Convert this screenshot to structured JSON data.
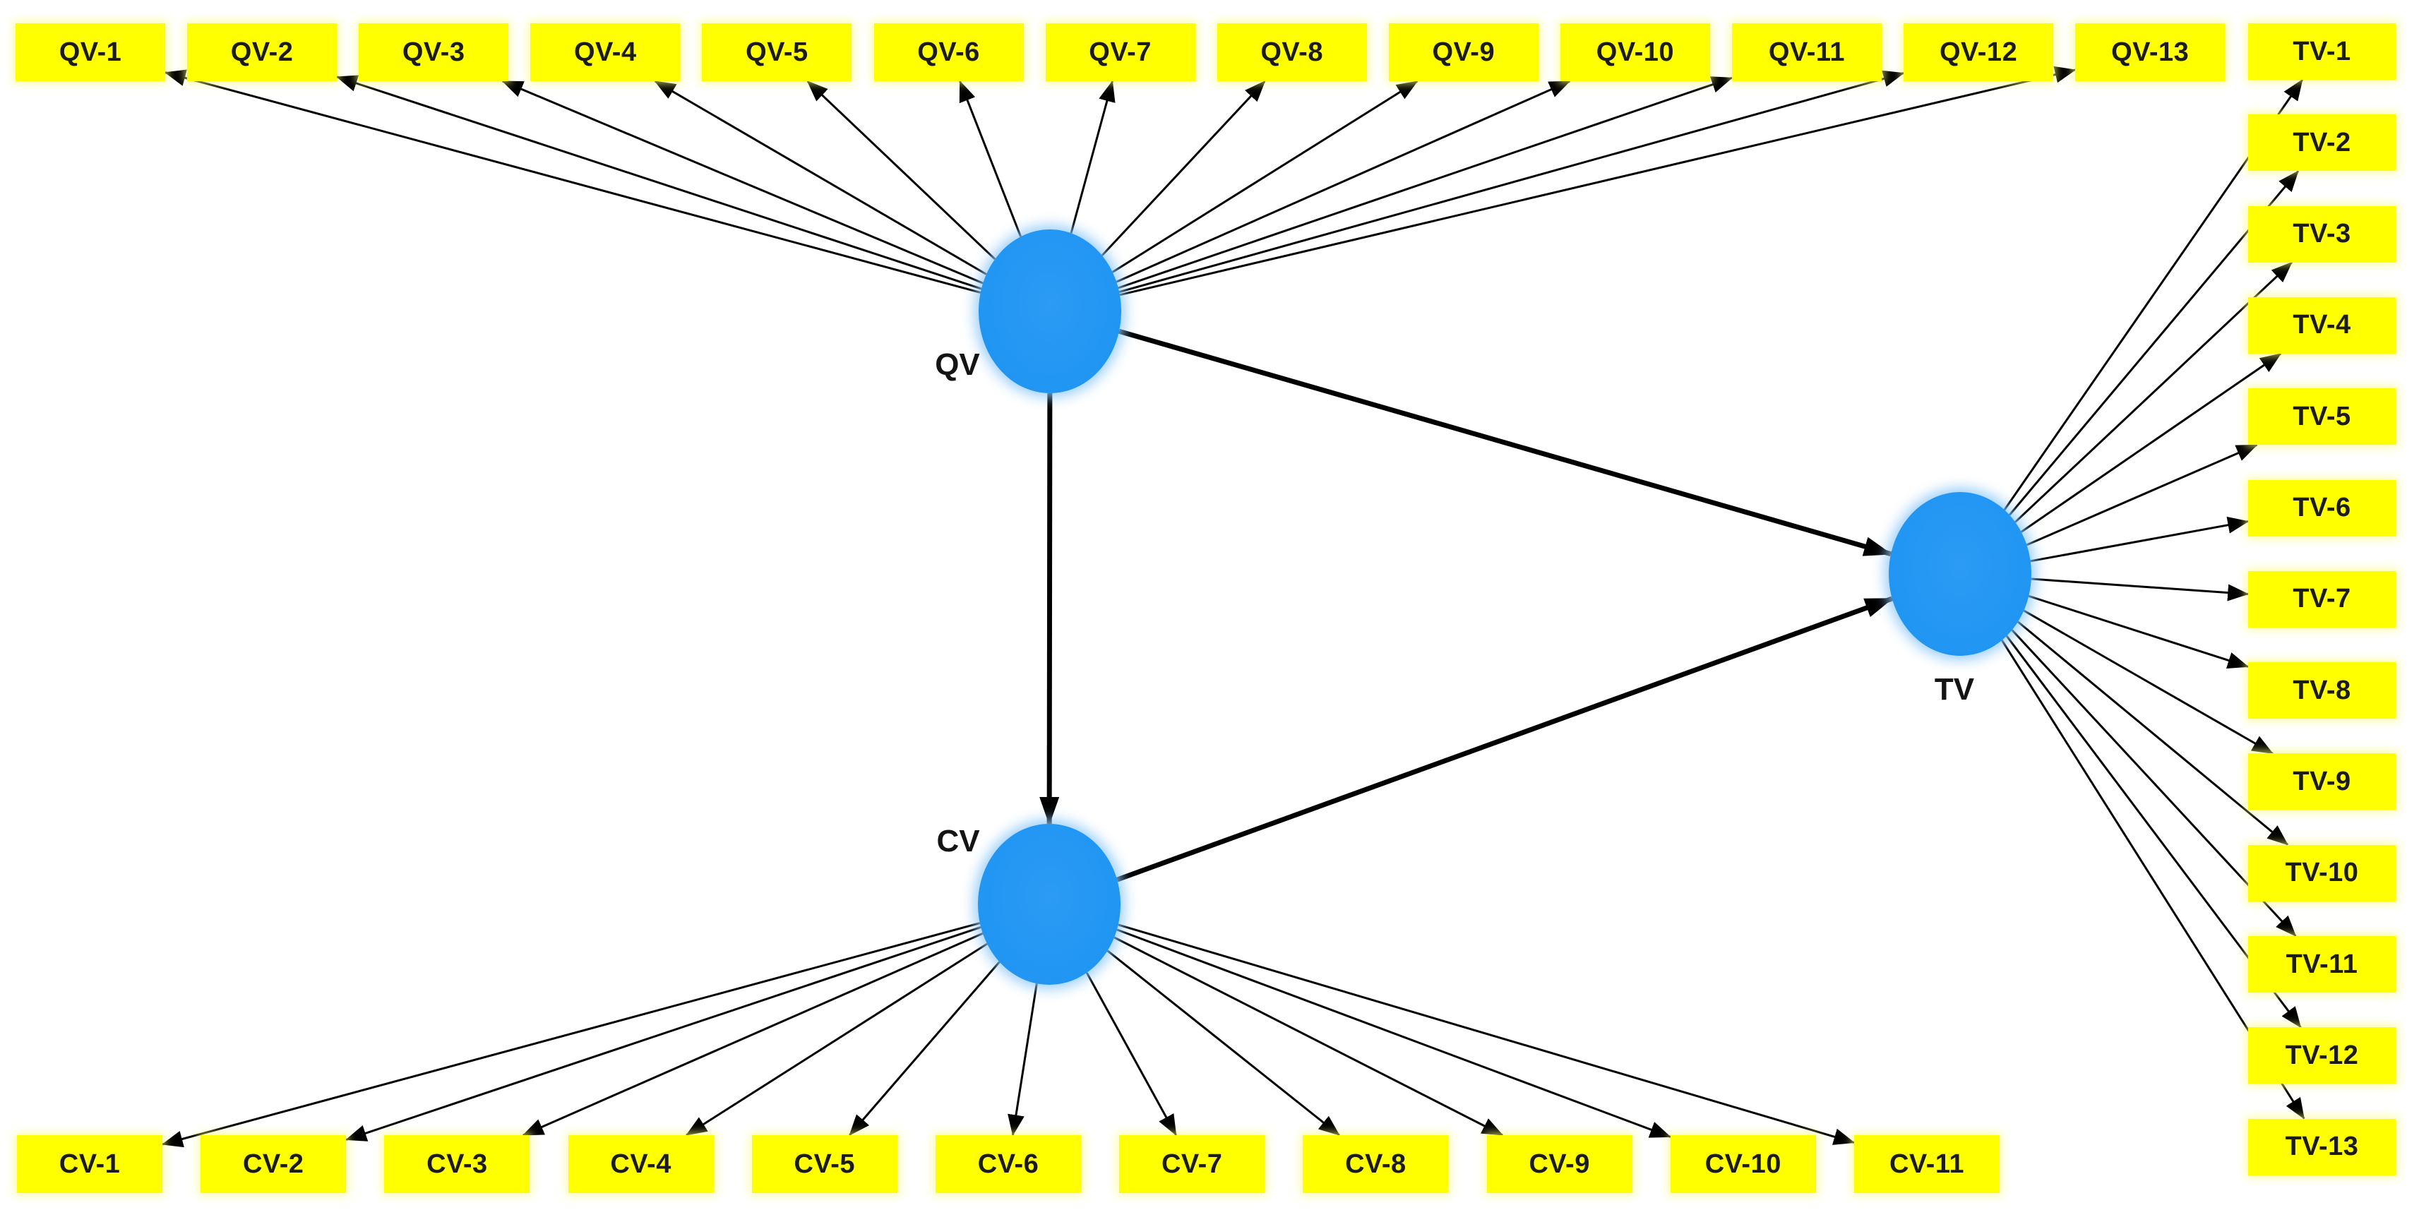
{
  "diagram": {
    "type": "structural-equation-path-model",
    "colors": {
      "background": "#ffffff",
      "latent_fill": "#2196f3",
      "indicator_fill": "#ffff00",
      "arrow": "#000000",
      "text": "#1c1c1c"
    },
    "latent_variables": [
      {
        "id": "QV",
        "label": "QV",
        "indicators": [
          "QV-1",
          "QV-2",
          "QV-3",
          "QV-4",
          "QV-5",
          "QV-6",
          "QV-7",
          "QV-8",
          "QV-9",
          "QV-10",
          "QV-11",
          "QV-12",
          "QV-13"
        ]
      },
      {
        "id": "CV",
        "label": "CV",
        "indicators": [
          "CV-1",
          "CV-2",
          "CV-3",
          "CV-4",
          "CV-5",
          "CV-6",
          "CV-7",
          "CV-8",
          "CV-9",
          "CV-10",
          "CV-11"
        ]
      },
      {
        "id": "TV",
        "label": "TV",
        "indicators": [
          "TV-1",
          "TV-2",
          "TV-3",
          "TV-4",
          "TV-5",
          "TV-6",
          "TV-7",
          "TV-8",
          "TV-9",
          "TV-10",
          "TV-11",
          "TV-12",
          "TV-13"
        ]
      }
    ],
    "structural_paths": [
      {
        "from": "QV",
        "to": "CV"
      },
      {
        "from": "QV",
        "to": "TV"
      },
      {
        "from": "CV",
        "to": "TV"
      }
    ]
  }
}
